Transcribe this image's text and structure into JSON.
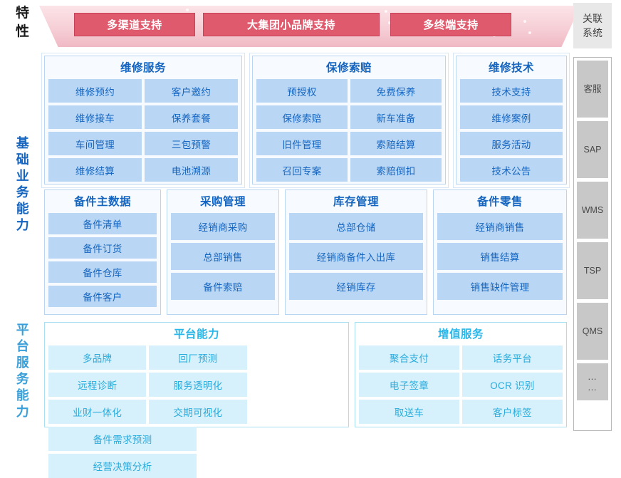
{
  "header": {
    "side_label": [
      "特",
      "性"
    ],
    "pills": [
      "多渠道支持",
      "大集团小品牌支持",
      "多终端支持"
    ]
  },
  "rails": {
    "basic_label": [
      "基",
      "础",
      "业",
      "务",
      "能",
      "力"
    ],
    "platform_label": [
      "平",
      "台",
      "服",
      "务",
      "能",
      "力"
    ],
    "related_systems_title": [
      "关联",
      "系统"
    ],
    "systems": [
      {
        "label": "客服",
        "size": "tall"
      },
      {
        "label": "SAP",
        "size": "tall"
      },
      {
        "label": "WMS",
        "size": "tall"
      },
      {
        "label": "TSP",
        "size": "tall"
      },
      {
        "label": "QMS",
        "size": "tall"
      },
      {
        "label": "…\n…",
        "size": "short",
        "is_ellipsis": true
      }
    ]
  },
  "basic_business": {
    "row1": [
      {
        "title": "维修服务",
        "tiles": [
          "维修预约",
          "客户邀约",
          "维修接车",
          "保养套餐",
          "车间管理",
          "三包预警",
          "维修结算",
          "电池溯源"
        ],
        "cols": 2
      },
      {
        "title": "保修索赔",
        "tiles": [
          "预授权",
          "免费保养",
          "保修索赔",
          "新车准备",
          "旧件管理",
          "索赔结算",
          "召回专案",
          "索赔倒扣"
        ],
        "cols": 2
      },
      {
        "title": "维修技术",
        "tiles": [
          "技术支持",
          "维修案例",
          "服务活动",
          "技术公告"
        ],
        "cols": 1
      }
    ],
    "row2": [
      {
        "title": "备件主数据",
        "tiles": [
          "备件清单",
          "备件订货",
          "备件仓库",
          "备件客户"
        ],
        "cols": 1
      },
      {
        "title": "采购管理",
        "tiles": [
          "经销商采购",
          "总部销售",
          "备件索赔"
        ],
        "cols": 1
      },
      {
        "title": "库存管理",
        "tiles": [
          "总部仓储",
          "经销商备件入出库",
          "经销库存"
        ],
        "cols": 1
      },
      {
        "title": "备件零售",
        "tiles": [
          "经销商销售",
          "销售结算",
          "销售缺件管理"
        ],
        "cols": 1
      }
    ]
  },
  "platform_services": {
    "groups": [
      {
        "title": "平台能力",
        "tiles": [
          {
            "label": "多品牌",
            "span": 1
          },
          {
            "label": "回厂预测",
            "span": 1
          },
          {
            "label": "远程诊断",
            "span": 1
          },
          {
            "label": "服务透明化",
            "span": 1
          },
          {
            "label": "业财一体化",
            "span": 1
          },
          {
            "label": "交期可视化",
            "span": 1
          },
          {
            "label": "备件需求预测",
            "span": 1.5
          },
          {
            "label": "经营决策分析",
            "span": 1.5
          }
        ]
      },
      {
        "title": "增值服务",
        "tiles": [
          {
            "label": "聚合支付",
            "span": 1
          },
          {
            "label": "话务平台",
            "span": 1
          },
          {
            "label": "电子签章",
            "span": 1
          },
          {
            "label": "OCR 识别",
            "span": 1
          },
          {
            "label": "取送车",
            "span": 1
          },
          {
            "label": "客户标签",
            "span": 1
          }
        ]
      }
    ]
  },
  "colors": {
    "pill_bg": "#e05a6e",
    "pill_border": "#c8415a",
    "trapezoid_top": "#fbe4e8",
    "trapezoid_bottom": "#f0b9c4",
    "tile_blue_bg": "#b9d7f5",
    "tile_blue_text": "#1565c0",
    "tile_cyan_bg": "#d6f1fb",
    "tile_cyan_text": "#29abdc",
    "group_border_blue": "#b9d5f2",
    "group_border_cyan": "#a8e0f2",
    "system_box_bg": "#c8c8c8",
    "related_systems_bg": "#e8e8e8"
  }
}
